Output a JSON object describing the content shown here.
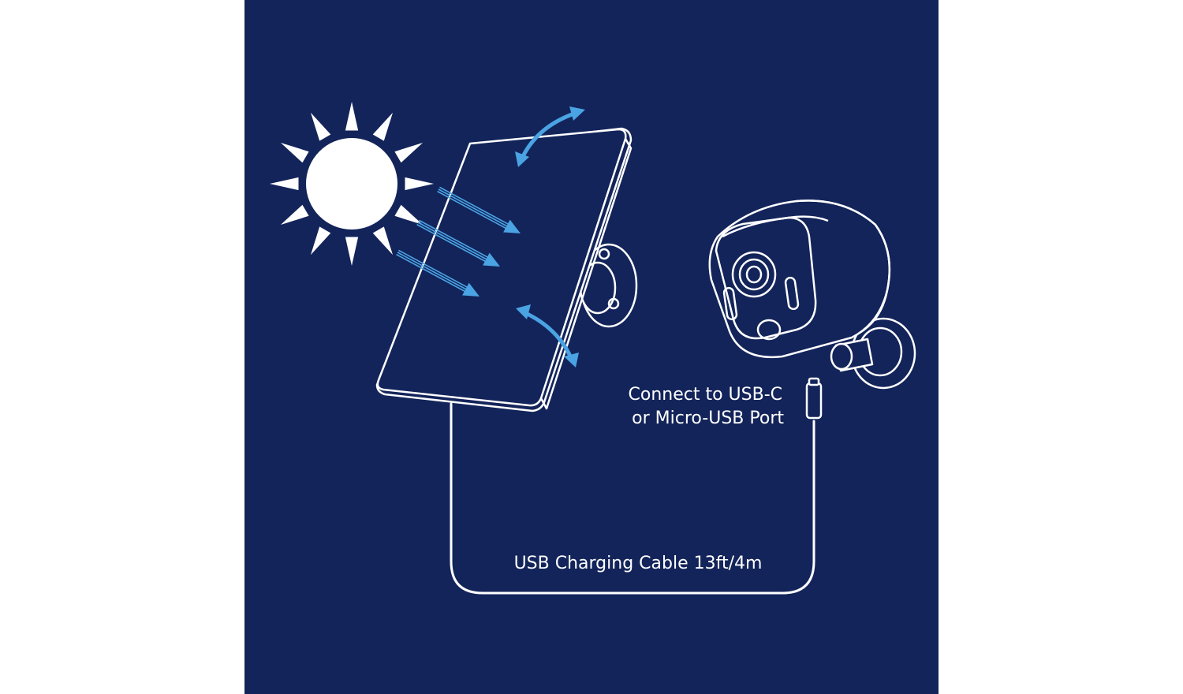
{
  "diagram": {
    "background_color": "#13245a",
    "outline_color": "#ffffff",
    "arrow_color": "#4aa3e3",
    "connector_label_line1": "Connect to USB-C",
    "connector_label_line2": "or Micro-USB Port",
    "cable_label": "USB Charging Cable 13ft/4m",
    "icons": [
      "sun-icon",
      "solar-panel-icon",
      "security-camera-icon",
      "usb-connector-icon"
    ]
  }
}
